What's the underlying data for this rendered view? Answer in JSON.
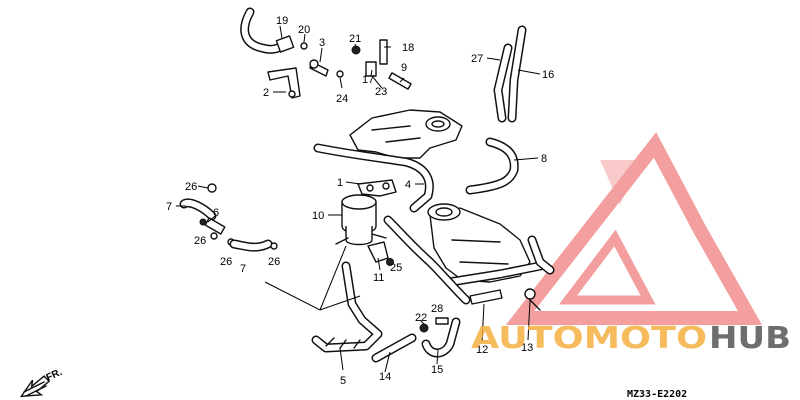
{
  "diagram": {
    "callouts": {
      "c1": "1",
      "c2": "2",
      "c3": "3",
      "c4": "4",
      "c5": "5",
      "c6": "6",
      "c7a": "7",
      "c7b": "7",
      "c8": "8",
      "c9": "9",
      "c10": "10",
      "c11": "11",
      "c12": "12",
      "c13": "13",
      "c14": "14",
      "c15": "15",
      "c16": "16",
      "c17": "17",
      "c18": "18",
      "c19": "19",
      "c20": "20",
      "c21": "21",
      "c22": "22",
      "c23": "23",
      "c24": "24",
      "c25": "25",
      "c26a": "26",
      "c26b": "26",
      "c26c": "26",
      "c26d": "26",
      "c27": "27",
      "c28": "28"
    },
    "direction_label": "FR.",
    "diagram_code": "MZ33-E2202"
  },
  "watermark": {
    "brand_part1": "AUTOMOTO",
    "brand_part2": "HUB",
    "color_primary": "#f08080",
    "color_accent": "#f5b041",
    "color_dark": "#555555"
  }
}
